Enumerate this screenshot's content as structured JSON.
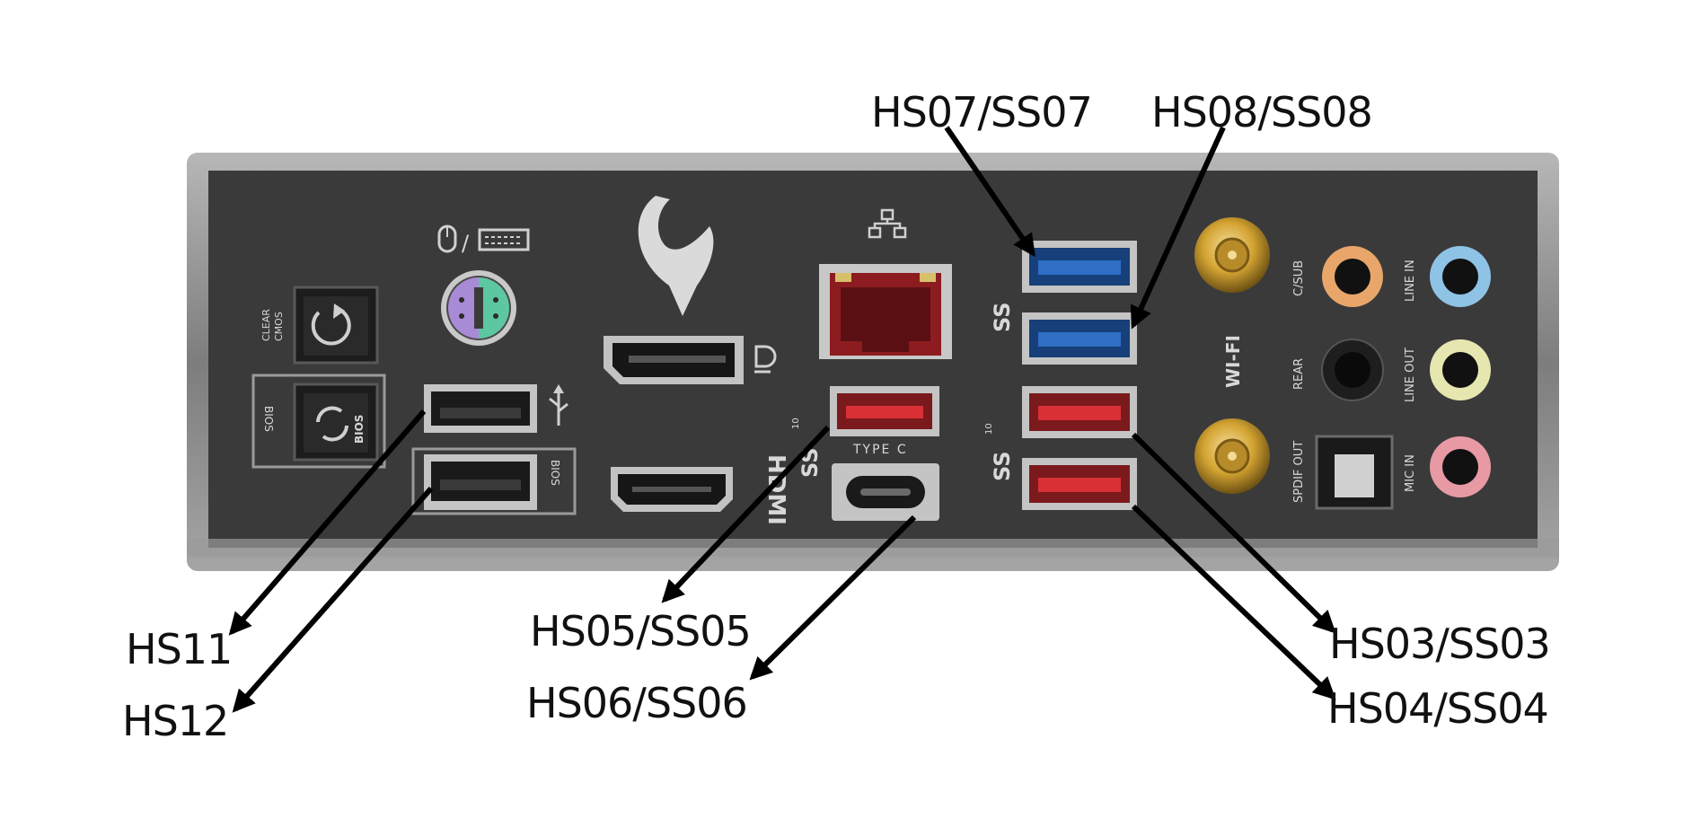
{
  "callouts": {
    "hs07": "HS07/SS07",
    "hs08": "HS08/SS08",
    "hs11": "HS11",
    "hs12": "HS12",
    "hs05": "HS05/SS05",
    "hs06": "HS06/SS06",
    "hs03": "HS03/SS03",
    "hs04": "HS04/SS04"
  },
  "panel_labels": {
    "clear_cmos_1": "CLEAR",
    "clear_cmos_2": "CMOS",
    "bios_button": "BIOS",
    "bios_side": "BIOS",
    "bios_port": "BIOS",
    "hdmi": "HDMI",
    "type_c": "TYPE C",
    "ss_10_a": "SS",
    "ss_10_b": "SS",
    "ss_gen1": "SS",
    "wifi": "WI-FI",
    "c_sub": "C/SUB",
    "rear": "REAR",
    "spdif_out": "SPDIF OUT",
    "line_in": "LINE IN",
    "line_out": "LINE OUT",
    "mic_in": "MIC IN",
    "gen_10_a": "10",
    "gen_10_b": "10"
  },
  "colors": {
    "panel": "#3b3b3b",
    "frame": "#8c8c8c",
    "usb_blue": "#2f6fc4",
    "usb_red": "#c8262b",
    "lan_red": "#8c1c1f",
    "gold": "#d3a332",
    "line_in": "#8fc3e6",
    "line_out": "#e6e6b0",
    "mic_in": "#e79aa4",
    "c_sub": "#e9a66a",
    "ps2_purple": "#a88ad6",
    "ps2_green": "#5cc7a0"
  },
  "icons": [
    "reset-icon",
    "bios-flashback-icon",
    "mouse-icon",
    "keyboard-icon",
    "usb-trident-icon",
    "displayport-icon",
    "network-icon",
    "rog-eye-logo"
  ]
}
